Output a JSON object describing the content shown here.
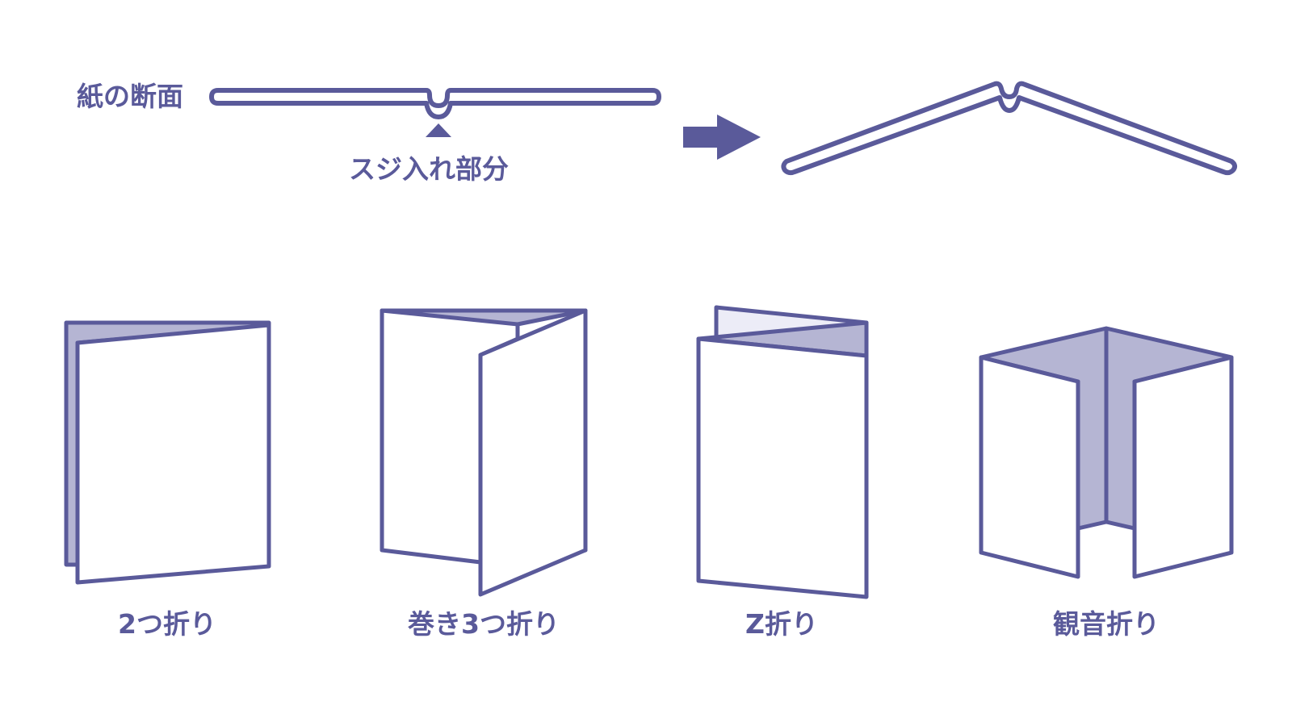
{
  "colors": {
    "stroke": "#5a5a9a",
    "fill_shade": "#b5b5d3",
    "fill_light": "#ececf7",
    "paper": "#ffffff"
  },
  "cross_section": {
    "paper_label": "紙の断面",
    "crease_label": "スジ入れ部分",
    "arrow_icon": "right-arrow-icon"
  },
  "folds": [
    {
      "label": "2つ折り"
    },
    {
      "label": "巻き3つ折り"
    },
    {
      "label": "Z折り"
    },
    {
      "label": "観音折り"
    }
  ]
}
